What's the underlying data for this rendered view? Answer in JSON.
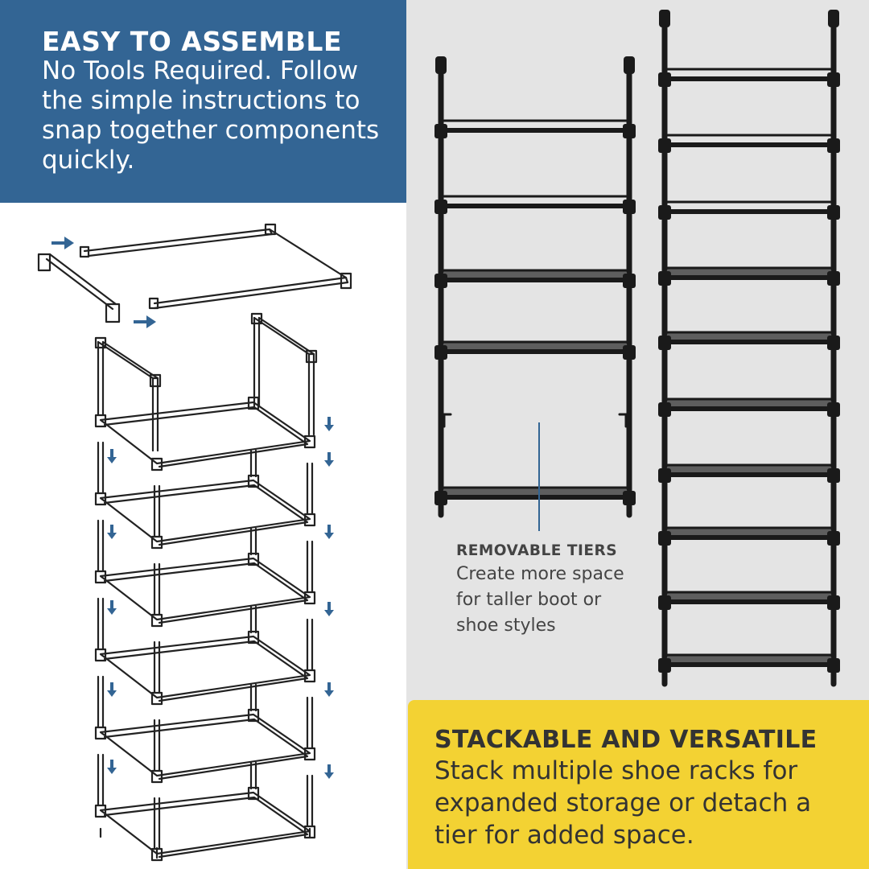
{
  "assemble": {
    "title": "EASY TO ASSEMBLE",
    "lines": [
      "No Tools Required. Follow",
      "the simple instructions to",
      "snap together components",
      "quickly."
    ]
  },
  "tiers": {
    "title": "REMOVABLE TIERS",
    "lines": [
      "Create more space",
      "for taller boot or",
      "shoe styles"
    ]
  },
  "stack": {
    "title": "STACKABLE AND VERSATILE",
    "lines": [
      "Stack multiple shoe racks for",
      "expanded storage or detach a",
      "tier for added space."
    ]
  },
  "colors": {
    "blue": "#336594",
    "yellow": "#f3d233",
    "gray": "#e4e4e4",
    "arrow": "#336594"
  },
  "icons": [
    "arrow-right-icon",
    "arrow-down-icon"
  ]
}
